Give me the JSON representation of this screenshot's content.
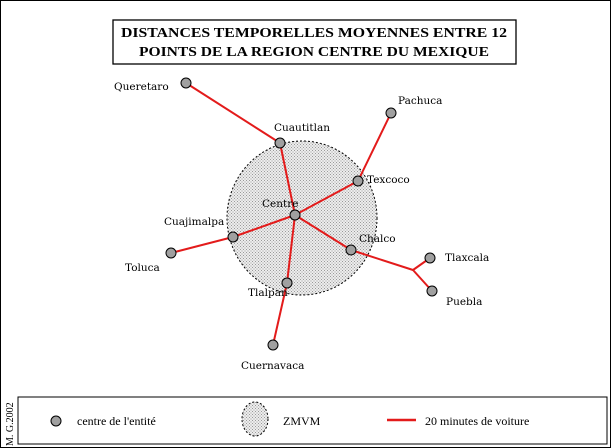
{
  "title": {
    "line1": "DISTANCES TEMPORELLES MOYENNES ENTRE 12",
    "line2": "POINTS DE LA REGION CENTRE DU MEXIQUE"
  },
  "credit": "M. G.2002",
  "colors": {
    "line": "#e31b1b",
    "node_fill": "#a0a0a0",
    "zone_fill": "#e2e2e2"
  },
  "cities": {
    "queretaro": "Queretaro",
    "pachuca": "Pachuca",
    "cuautitlan": "Cuautitlan",
    "texcoco": "Texcoco",
    "centre": "Centre",
    "cuajimalpa": "Cuajimalpa",
    "chalco": "Chalco",
    "tlaxcala": "Tlaxcala",
    "toluca": "Toluca",
    "tlalpan": "Tlalpan",
    "puebla": "Puebla",
    "cuernavaca": "Cuernavaca"
  },
  "legend": {
    "node_label": "centre de l'entité",
    "zone_label": "ZMVM",
    "line_label": "20 minutes de voiture"
  }
}
